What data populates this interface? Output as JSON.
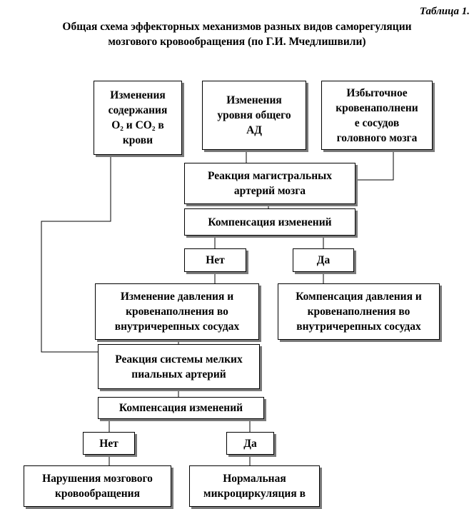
{
  "caption": "Таблица 1.",
  "title": "Общая схема эффекторных механизмов разных видов саморегуляции\nмозгового кровообращения (по Г.И. Мчедлишвили)",
  "boxes": {
    "gas_changes": "Изменения\nсодержания\nO₂ и CO₂ в\nкрови",
    "pressure_changes": "Изменения\nуровня общего\nАД",
    "excess_blood": "Избыточное\nкровенаполнени\nе сосудов\nголовного мозга",
    "main_arteries_reaction": "Реакция магистральных\nартерий мозга",
    "compensation_1": "Компенсация изменений",
    "no_1": "Нет",
    "yes_1": "Да",
    "pressure_change_vessels": "Изменение давления и\nкровенаполнения во\nвнутричерепных сосудах",
    "pressure_compensation": "Компенсация давления и\nкровенаполнения во\nвнутричерепных сосудах",
    "pial_arteries_reaction": "Реакция системы мелких\nпиальных артерий",
    "compensation_2": "Компенсация изменений",
    "no_2": "Нет",
    "yes_2": "Да",
    "circulation_disorder": "Нарушения мозгового\nкровообращения",
    "normal_microcirculation": "Нормальная\nмикроциркуляция в"
  }
}
